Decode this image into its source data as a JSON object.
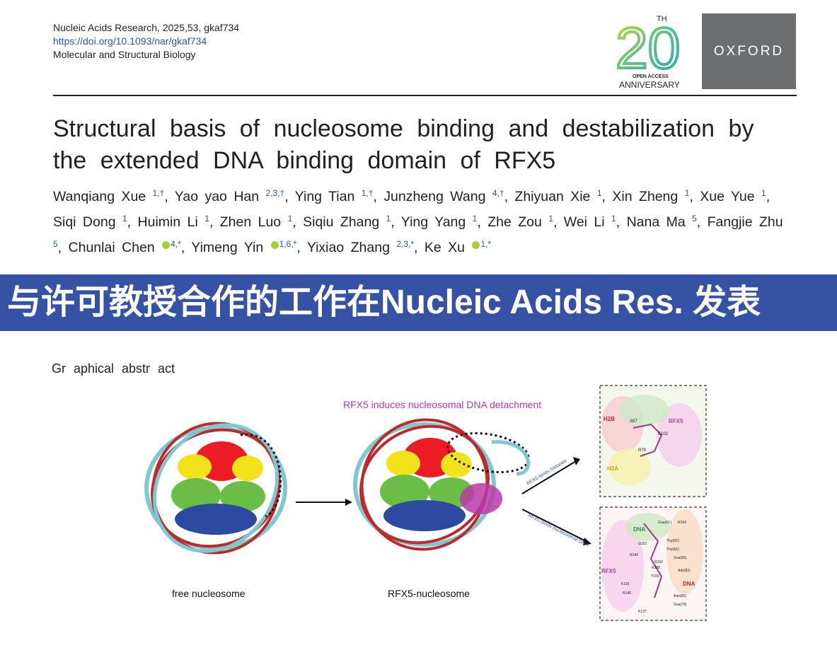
{
  "header": {
    "journal_line": "Nucleic Acids Research, 2025,53, gkaf734",
    "doi": "https://doi.org/10.1093/nar/gkaf734",
    "section": "Molecular and Structural Biology"
  },
  "logos": {
    "anniversary_number": "20",
    "anniversary_th": "TH",
    "anniversary_sub1": "OPEN ACCESS",
    "anniversary_sub2": "ANNIVERSARY",
    "publisher": "OXFORD"
  },
  "article": {
    "title": "Structural basis of nucleosome binding and destabilization by the extended DNA binding domain of RFX5",
    "authors": [
      {
        "name": "Wanqiang Xue",
        "aff": "1,†",
        "orcid": false
      },
      {
        "name": "Yao yao Han",
        "aff": "2,3,†",
        "orcid": false
      },
      {
        "name": "Ying Tian",
        "aff": "1,†",
        "orcid": false
      },
      {
        "name": "Junzheng Wang",
        "aff": "4,†",
        "orcid": false
      },
      {
        "name": "Zhiyuan Xie",
        "aff": "1",
        "orcid": false
      },
      {
        "name": "Xin Zheng",
        "aff": "1",
        "orcid": false
      },
      {
        "name": "Xue Yue",
        "aff": "1",
        "orcid": false
      },
      {
        "name": "Siqi Dong",
        "aff": "1",
        "orcid": false
      },
      {
        "name": "Huimin Li",
        "aff": "1",
        "orcid": false
      },
      {
        "name": "Zhen Luo",
        "aff": "1",
        "orcid": false
      },
      {
        "name": "Siqiu Zhang",
        "aff": "1",
        "orcid": false
      },
      {
        "name": "Ying Yang",
        "aff": "1",
        "orcid": false
      },
      {
        "name": "Zhe Zou",
        "aff": "1",
        "orcid": false
      },
      {
        "name": "Wei Li",
        "aff": "1",
        "orcid": false
      },
      {
        "name": "Nana Ma",
        "aff": "5",
        "orcid": false
      },
      {
        "name": "Fangjie Zhu",
        "aff": "5",
        "orcid": false
      },
      {
        "name": "Chunlai Chen",
        "aff": "4,*",
        "orcid": true
      },
      {
        "name": "Yimeng Yin",
        "aff": "1,6,*",
        "orcid": true
      },
      {
        "name": "Yixiao Zhang",
        "aff": "2,3,*",
        "orcid": false
      },
      {
        "name": "Ke Xu",
        "aff": "1,*",
        "orcid": true
      }
    ]
  },
  "banner": {
    "text": "与许可教授合作的工作在Nucleic Acids Res. 发表"
  },
  "graphical_abstract": {
    "label": "Gr aphical abstr act",
    "header": "RFX5 induces nucleosomal DNA detachment",
    "caption_left": "free nucleosome",
    "caption_right": "RFX5-nucleosome",
    "arrow_top_label": "RFX5 binds histones",
    "arrow_bottom_label": "RFX5 binds nucleosomal DNA",
    "panel_top": {
      "labels": [
        "H2B",
        "RFX5",
        "H2A",
        "S57",
        "E102",
        "R78"
      ]
    },
    "panel_bottom": {
      "labels": [
        "DNA",
        "RFX5",
        "DNA",
        "Gua(61')",
        "R154",
        "Thy(62')",
        "G152",
        "Thy(63')",
        "R149",
        "Gua(83)",
        "R150",
        "R158",
        "Ade(82)",
        "Y159",
        "K110",
        "R140",
        "Ade(80)",
        "Gua(79)",
        "K137"
      ]
    },
    "colors": {
      "dna_red": "#c0282c",
      "dna_cyan": "#7fc8d0",
      "h3_blue": "#2b4aa0",
      "h4_green": "#6abd45",
      "h2a_yellow": "#f2e21c",
      "h2b_red": "#ec1c24",
      "rfx5_magenta": "#b83aa6"
    }
  }
}
